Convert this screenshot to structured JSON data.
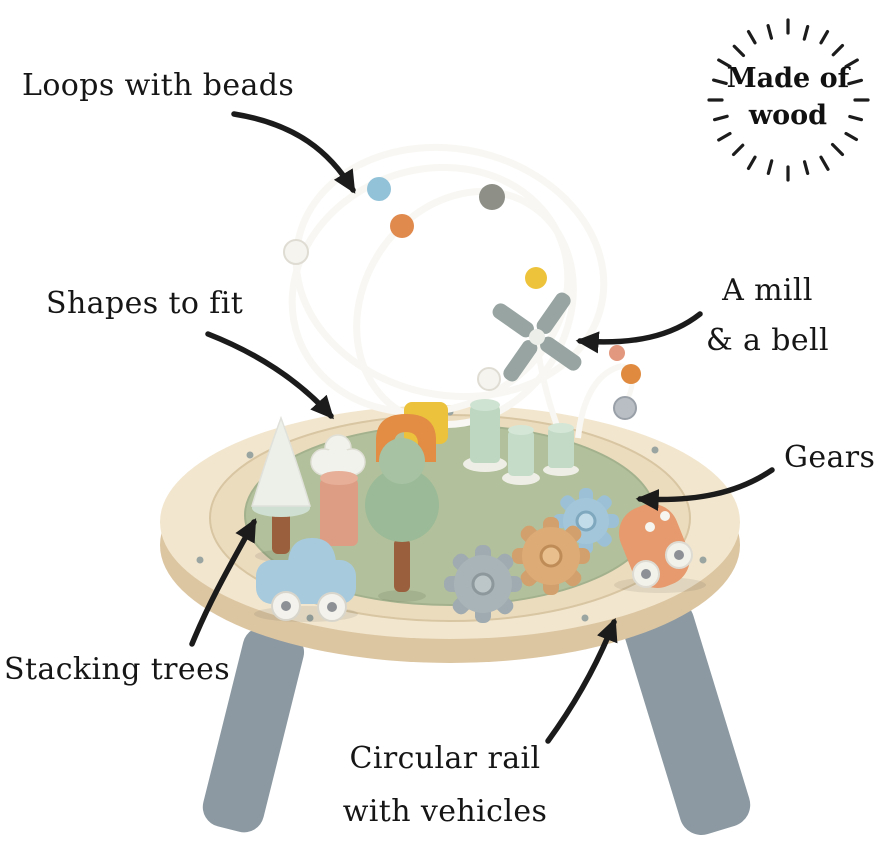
{
  "badge": {
    "line1": "Made of",
    "line2": "wood"
  },
  "labels": {
    "loops": "Loops with beads",
    "shapes": "Shapes to fit",
    "mill_1": "A mill",
    "mill_2": "& a bell",
    "gears": "Gears",
    "stacking": "Stacking trees",
    "rail_1": "Circular rail",
    "rail_2": "with vehicles"
  },
  "colors": {
    "ink": "#1b1b1b",
    "wood_top": "#f2e6ce",
    "wood_edge": "#dcc6a2",
    "rail_ring": "#ecdcbe",
    "felt_green": "#b2c19b",
    "leg_gray": "#8c99a2",
    "mint": "#c4dcc8",
    "toy_blue": "#a7cadd",
    "toy_orange": "#e28c44",
    "toy_salmon": "#dd9d85",
    "toy_yellow": "#ecc23d",
    "wire_white": "#f8f7f3"
  }
}
